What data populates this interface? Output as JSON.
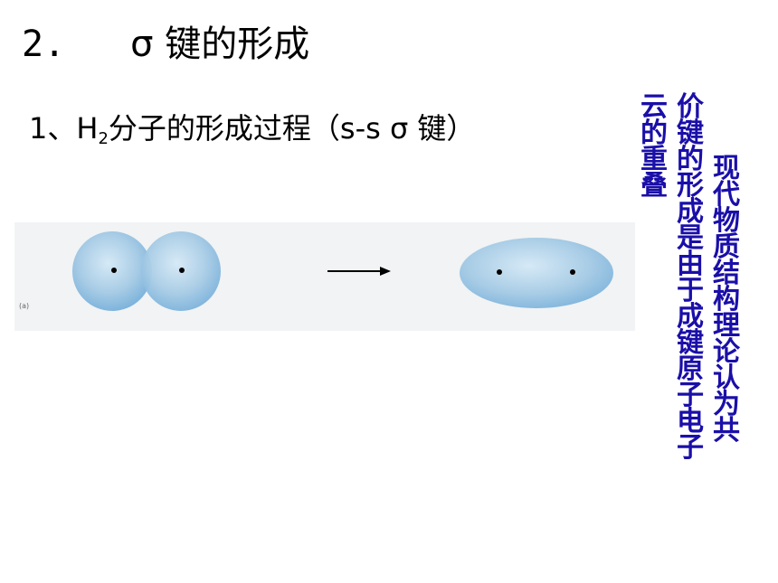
{
  "heading": {
    "number": "2.",
    "text": "σ 键的形成"
  },
  "subheading": {
    "prefix": "1、H",
    "subscript": "2",
    "suffix": "分子的形成过程（s-s σ 键）"
  },
  "figure": {
    "panel_label": "(a)",
    "arrow": "→",
    "left_label": "",
    "right_label": ""
  },
  "side_note": {
    "column_right": "现代物质结构理论认为 共",
    "column_middle": "价键的形成是由于成键原子电子",
    "column_left": "云的重叠"
  },
  "colors": {
    "cloud": "#a9cde6",
    "cloud_edge": "#6fa9d6",
    "note_text": "#1a0fa8",
    "figure_bg": "#f1f3f4"
  }
}
